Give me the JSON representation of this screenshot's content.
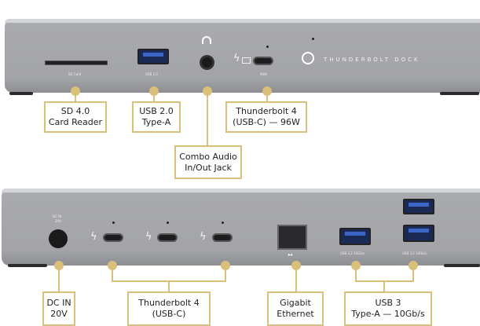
{
  "colors": {
    "accent": "#d8c07a",
    "dock": "#a5a6aa"
  },
  "front": {
    "port_labels": {
      "sd": "SD Card",
      "usb2": "USB 2.0",
      "tb": "96W"
    },
    "brand": "THUNDERBOLT DOCK",
    "callouts": [
      {
        "line1": "SD 4.0",
        "line2": "Card Reader"
      },
      {
        "line1": "USB 2.0",
        "line2": "Type-A"
      },
      {
        "line1": "Combo Audio",
        "line2": "In/Out Jack"
      },
      {
        "line1": "Thunderbolt 4",
        "line2": "(USB-C) — 96W"
      }
    ]
  },
  "rear": {
    "port_labels": {
      "dc": "DC IN",
      "dc_v": "20V",
      "usb_a1": "USB 3.2 10Gb/s",
      "usb_a2": "USB 3.2 10Gb/s",
      "ethernet_icon": "↔"
    },
    "callouts": [
      {
        "line1": "DC IN",
        "line2": "20V"
      },
      {
        "line1": "Thunderbolt 4",
        "line2": "(USB-C)"
      },
      {
        "line1": "Gigabit",
        "line2": "Ethernet"
      },
      {
        "line1": "USB 3",
        "line2": "Type-A — 10Gb/s"
      }
    ]
  }
}
